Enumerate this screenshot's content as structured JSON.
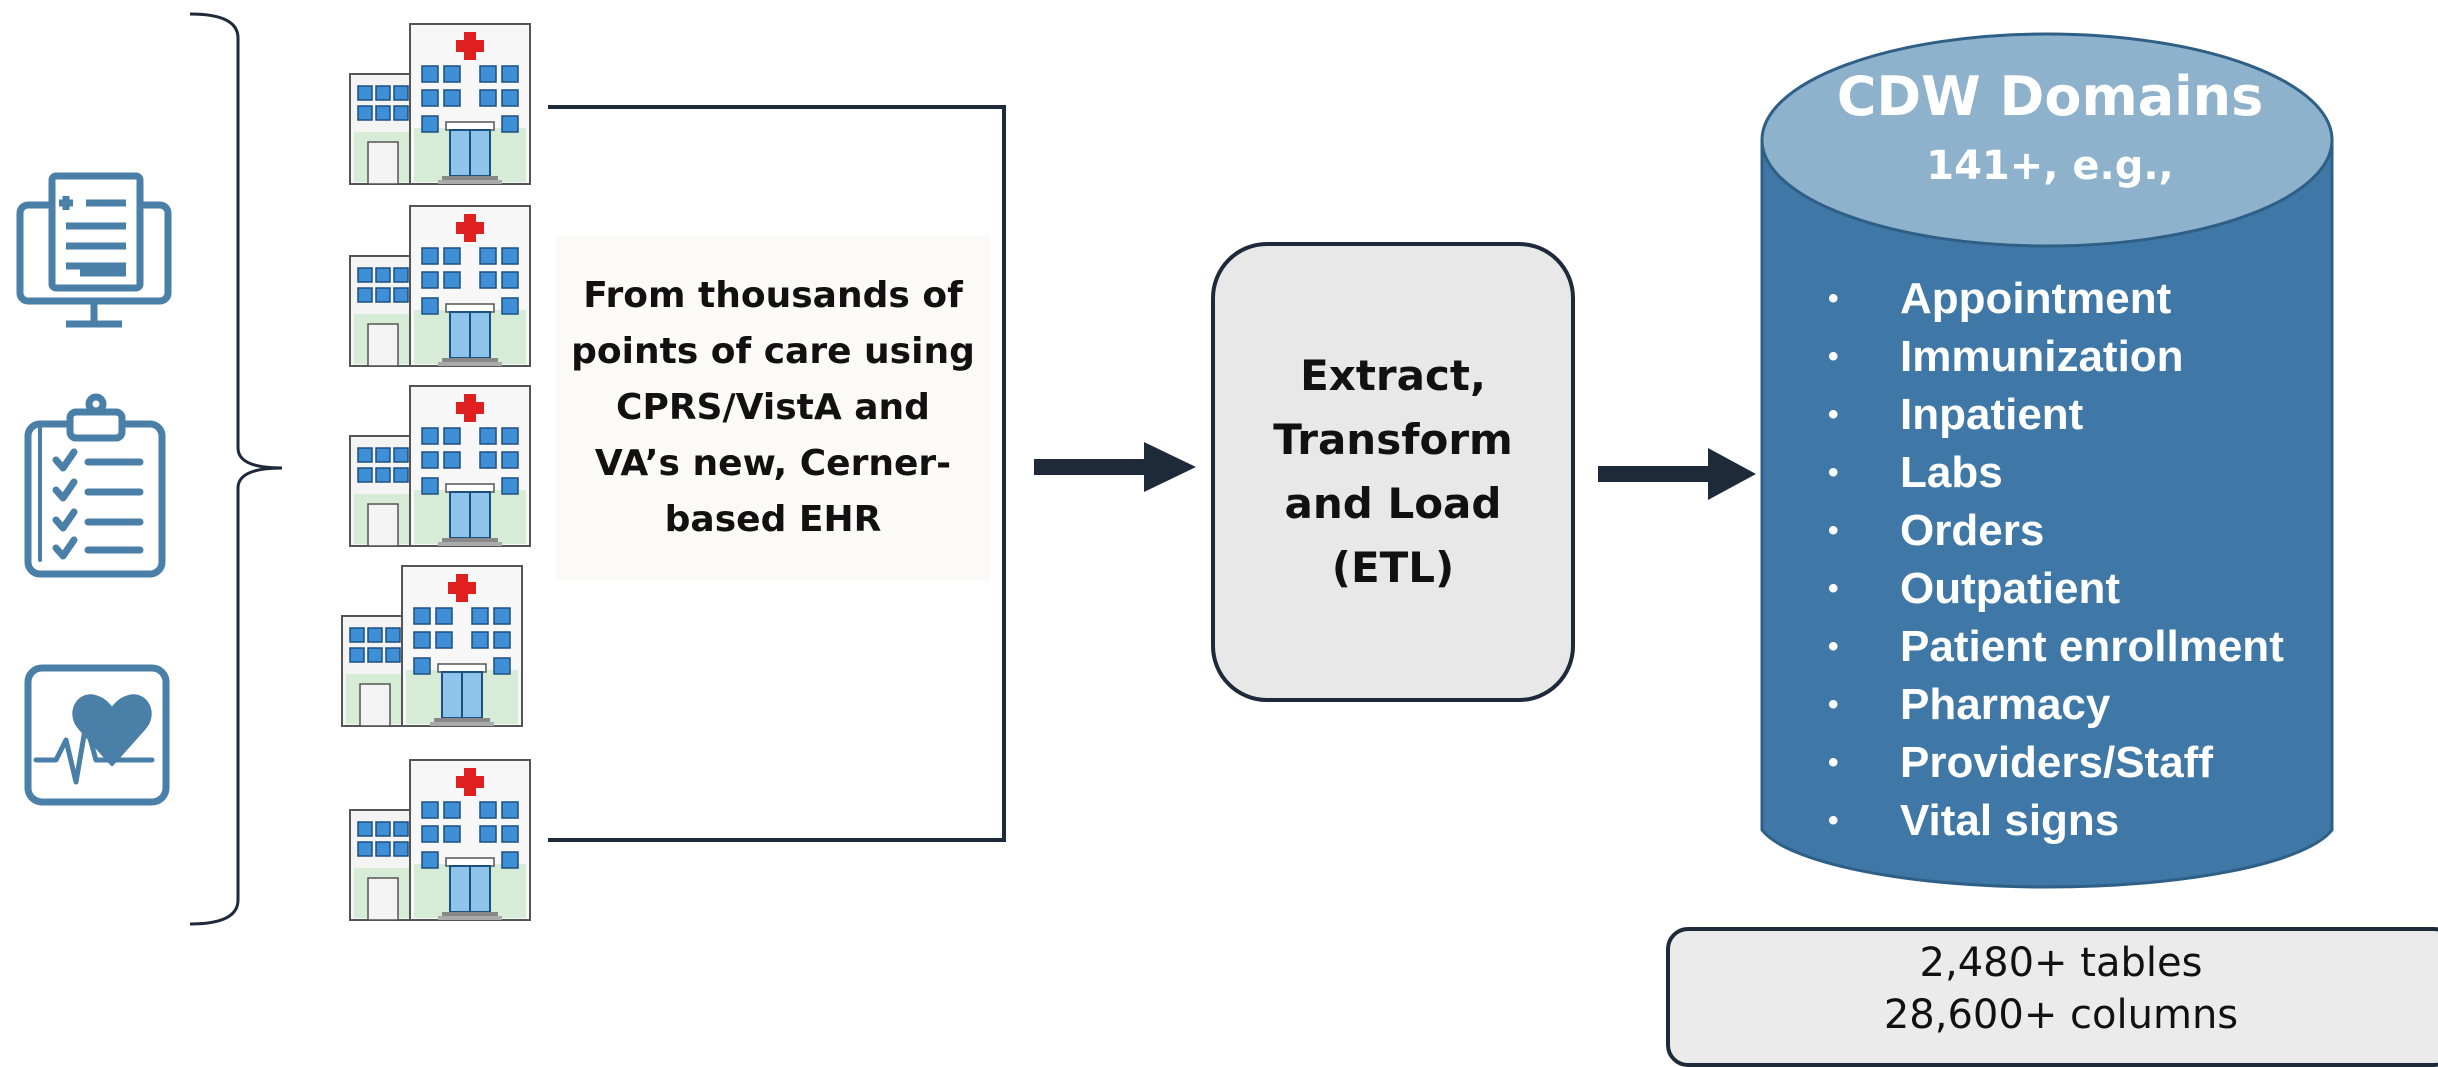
{
  "source_text": "From thousands of\npoints of care using\nCPRS/VistA  and\nVA’s new, Cerner-\nbased EHR",
  "etl_text": "Extract,\nTransform\nand Load\n(ETL)",
  "cdw": {
    "title": "CDW Domains",
    "subtitle": "141+, e.g.,",
    "bullet": "•",
    "domains": [
      "Appointment",
      "Immunization",
      "Inpatient",
      "Labs",
      "Orders",
      "Outpatient",
      "Patient  enrollment",
      "Pharmacy",
      "Providers/Staff",
      "Vital signs"
    ]
  },
  "stats": {
    "tables": "2,480+ tables",
    "columns": "28,600+ columns"
  },
  "icons": {
    "left": [
      "monitor-document-icon",
      "clipboard-checklist-icon",
      "heart-monitor-icon"
    ],
    "facility": "hospital-building-icon"
  },
  "colors": {
    "line": "#1e2a3a",
    "icon_stroke": "#4a7fa8",
    "cylinder_body": "#3f78a6",
    "cylinder_top": "#8fb2cc",
    "hospital_red": "#e02020",
    "hospital_window": "#3f8fd6"
  }
}
